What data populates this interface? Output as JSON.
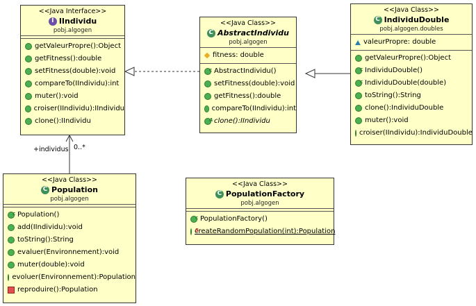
{
  "classes": {
    "iindividu": {
      "stereotype": "<<Java Interface>>",
      "name": "IIndividu",
      "package": "pobj.algogen",
      "kind": "interface",
      "methods": [
        "getValeurPropre():Object",
        "getFitness():double",
        "setFitness(double):void",
        "compareTo(IIndividu):int",
        "muter():void",
        "croiser(IIndividu):IIndividu",
        "clone():IIndividu"
      ]
    },
    "abstractindividu": {
      "stereotype": "<<Java Class>>",
      "name": "AbstractIndividu",
      "package": "pobj.algogen",
      "kind": "abstract-class",
      "fields": [
        "fitness: double"
      ],
      "methods": [
        "AbstractIndividu()",
        "setFitness(double):void",
        "getFitness():double",
        "compareTo(IIndividu):int",
        "clone():IIndividu"
      ]
    },
    "individudouble": {
      "stereotype": "<<Java Class>>",
      "name": "IndividuDouble",
      "package": "pobj.algogen.doubles",
      "kind": "class",
      "fields": [
        "valeurPropre: double"
      ],
      "methods": [
        "getValeurPropre():Object",
        "IndividuDouble()",
        "IndividuDouble(double)",
        "toString():String",
        "clone():IndividuDouble",
        "muter():void",
        "croiser(IIndividu):IndividuDouble"
      ]
    },
    "population": {
      "stereotype": "<<Java Class>>",
      "name": "Population",
      "package": "pobj.algogen",
      "kind": "class",
      "methods": [
        "Population()",
        "add(IIndividu):void",
        "toString():String",
        "evaluer(Environnement):void",
        "muter(double):void",
        "evoluer(Environnement):Population",
        "reproduire():Population"
      ]
    },
    "populationfactory": {
      "stereotype": "<<Java Class>>",
      "name": "PopulationFactory",
      "package": "pobj.algogen",
      "kind": "class",
      "methods": [
        "PopulationFactory()",
        "createRandomPopulation(int):Population"
      ]
    }
  },
  "association": {
    "role": "+individus",
    "multiplicity": "0..*"
  },
  "icons": {
    "interface_badge": "I",
    "class_badge": "C",
    "abstract_badge": "A",
    "constructor_mark": "c",
    "static_mark": "S"
  },
  "colors": {
    "box_fill": "#ffffc8",
    "public_method": "#4caf50",
    "private_method": "#e05050",
    "interface_badge": "#6d4fa8",
    "class_badge": "#3f8f5a"
  }
}
